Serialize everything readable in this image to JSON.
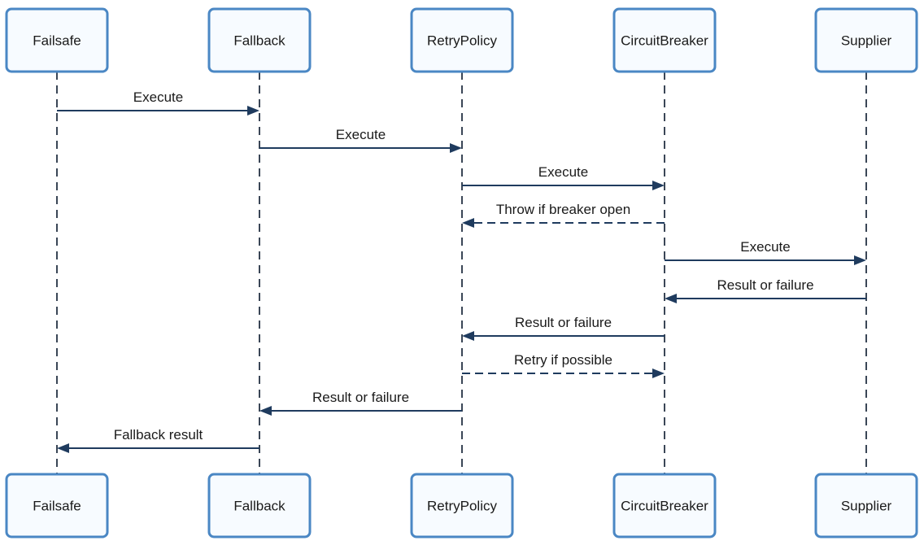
{
  "participants": [
    {
      "id": "failsafe",
      "label": "Failsafe"
    },
    {
      "id": "fallback",
      "label": "Fallback"
    },
    {
      "id": "retry",
      "label": "RetryPolicy"
    },
    {
      "id": "breaker",
      "label": "CircuitBreaker"
    },
    {
      "id": "supplier",
      "label": "Supplier"
    }
  ],
  "messages": [
    {
      "from": "failsafe",
      "to": "fallback",
      "label": "Execute",
      "style": "solid"
    },
    {
      "from": "fallback",
      "to": "retry",
      "label": "Execute",
      "style": "solid"
    },
    {
      "from": "retry",
      "to": "breaker",
      "label": "Execute",
      "style": "solid"
    },
    {
      "from": "breaker",
      "to": "retry",
      "label": "Throw if breaker open",
      "style": "dashed"
    },
    {
      "from": "breaker",
      "to": "supplier",
      "label": "Execute",
      "style": "solid"
    },
    {
      "from": "supplier",
      "to": "breaker",
      "label": "Result or failure",
      "style": "solid"
    },
    {
      "from": "breaker",
      "to": "retry",
      "label": "Result or failure",
      "style": "solid"
    },
    {
      "from": "retry",
      "to": "breaker",
      "label": "Retry if possible",
      "style": "dashed"
    },
    {
      "from": "retry",
      "to": "fallback",
      "label": "Result or failure",
      "style": "solid"
    },
    {
      "from": "fallback",
      "to": "failsafe",
      "label": "Fallback result",
      "style": "solid"
    }
  ],
  "colors": {
    "box_border": "#4a87c4",
    "box_fill": "#f7fbff",
    "arrow": "#1f3b5e",
    "lifeline": "#3a4656"
  }
}
